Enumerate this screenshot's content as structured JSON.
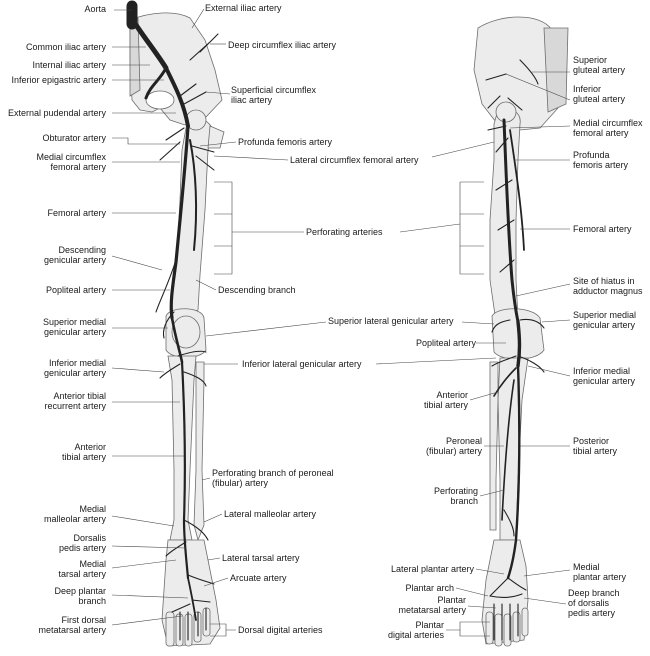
{
  "colors": {
    "bone": "#ececec",
    "bone_edge": "#6d6d6d",
    "artery": "#222222",
    "leader": "#444444"
  },
  "left_labels": {
    "aorta": "Aorta",
    "common_iliac": "Common iliac artery",
    "internal_iliac": "Internal iliac artery",
    "inferior_epigastric": "Inferior epigastric artery",
    "external_pudendal": "External pudendal artery",
    "obturator": "Obturator artery",
    "medial_circumflex": "Medial circumflex\nfemoral artery",
    "femoral": "Femoral artery",
    "descending_genicular": "Descending\ngenicular artery",
    "popliteal": "Popliteal artery",
    "superior_medial_genicular": "Superior medial\ngenicular artery",
    "inferior_medial_genicular": "Inferior medial\ngenicular artery",
    "anterior_tibial_recurrent": "Anterior tibial\nrecurrent artery",
    "anterior_tibial": "Anterior\ntibial artery",
    "medial_malleolar": "Medial\nmalleolar artery",
    "dorsalis_pedis": "Dorsalis\npedis artery",
    "medial_tarsal": "Medial\ntarsal artery",
    "deep_plantar": "Deep plantar\nbranch",
    "first_dorsal_metatarsal": "First dorsal\nmetatarsal artery"
  },
  "center_labels": {
    "external_iliac": "External iliac artery",
    "deep_circumflex_iliac": "Deep circumflex iliac artery",
    "superficial_circumflex_iliac": "Superficial circumflex\niliac artery",
    "profunda_femoris": "Profunda femoris artery",
    "lateral_circumflex": "Lateral circumflex femoral artery",
    "perforating_arteries": "Perforating arteries",
    "descending_branch": "Descending branch",
    "superior_lateral_genicular": "Superior lateral genicular artery",
    "inferior_lateral_genicular": "Inferior lateral genicular artery",
    "perforating_branch_peroneal": "Perforating branch of peroneal\n(fibular) artery",
    "lateral_malleolar": "Lateral malleolar artery",
    "lateral_tarsal": "Lateral tarsal artery",
    "arcuate": "Arcuate artery",
    "dorsal_digital": "Dorsal digital arteries"
  },
  "right_labels": {
    "superior_gluteal": "Superior\ngluteal artery",
    "inferior_gluteal": "Inferior\ngluteal artery",
    "medial_circumflex": "Medial circumflex\nfemoral artery",
    "profunda": "Profunda\nfemoris artery",
    "femoral": "Femoral artery",
    "site_of_hiatus": "Site of hiatus in\nadductor magnus",
    "superior_medial_genicular": "Superior medial\ngenicular artery",
    "popliteal": "Popliteal artery",
    "inferior_medial_genicular": "Inferior medial\ngenicular artery",
    "anterior_tibial": "Anterior\ntibial artery",
    "posterior_tibial": "Posterior\ntibial artery",
    "peroneal": "Peroneal\n(fibular) artery",
    "perforating_branch": "Perforating\nbranch",
    "lateral_plantar": "Lateral plantar artery",
    "medial_plantar": "Medial\nplantar artery",
    "plantar_arch": "Plantar arch",
    "plantar_metatarsal": "Plantar\nmetatarsal artery",
    "deep_branch_dorsalis": "Deep branch\nof dorsalis\npedis artery",
    "plantar_digital": "Plantar\ndigital arteries"
  }
}
